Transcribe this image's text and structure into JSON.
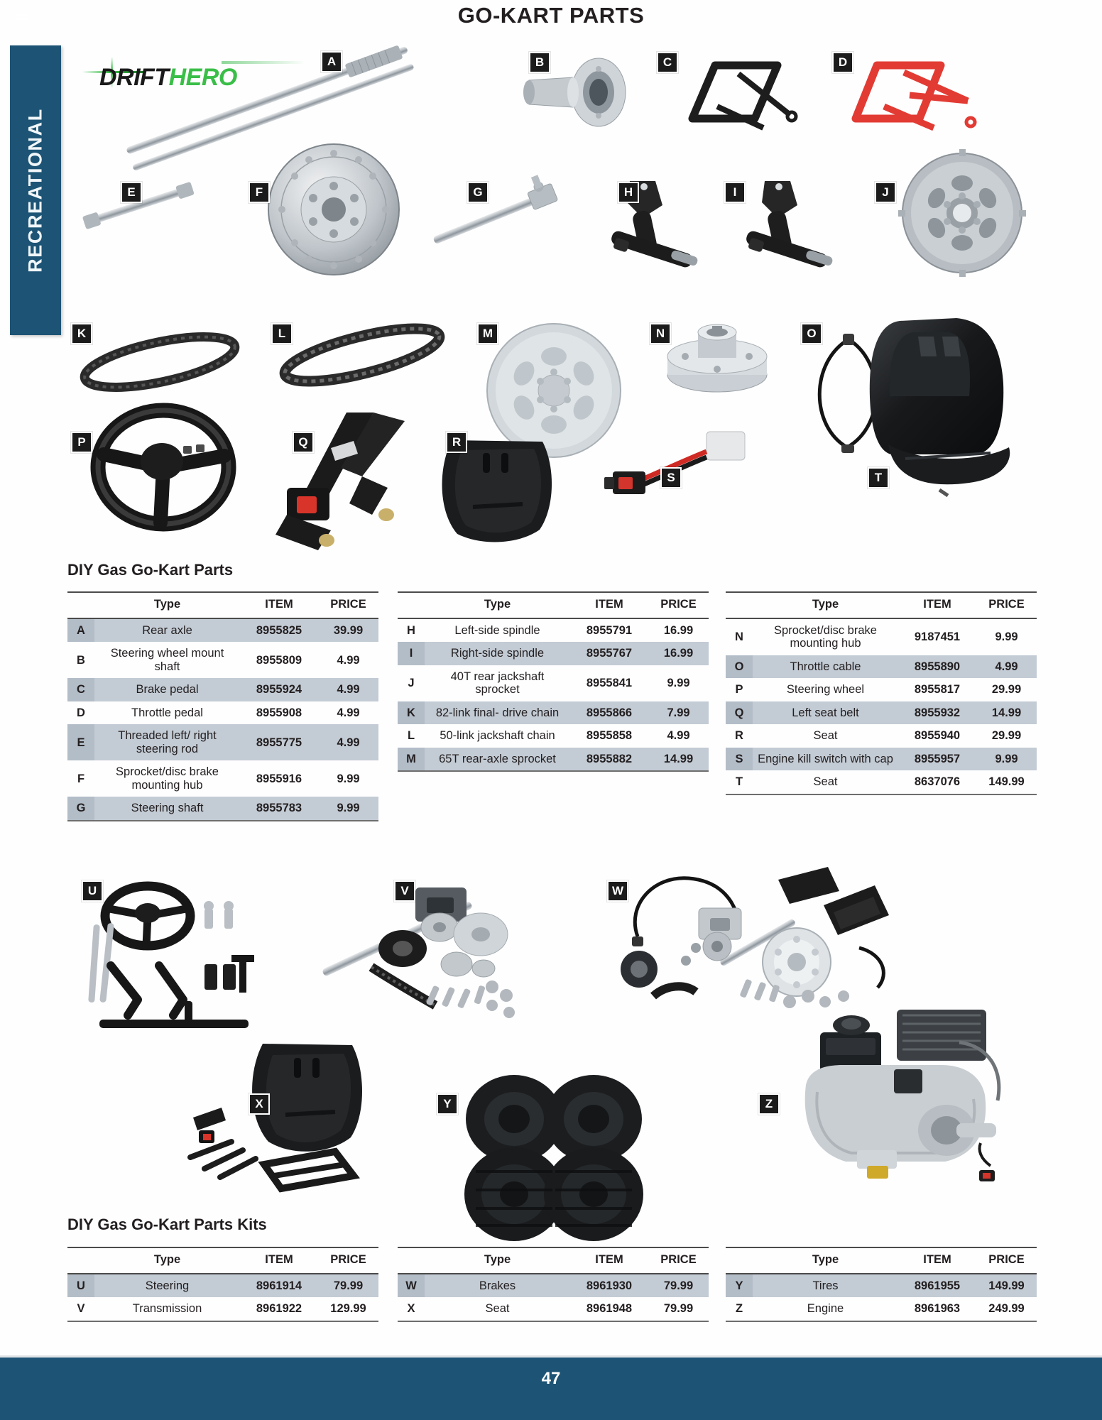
{
  "page": {
    "title": "GO-KART PARTS",
    "number": "47",
    "side_tab_label": "RECREATIONAL",
    "accent_color": "#1d5475",
    "badge_color": "#1b1b1b",
    "row_shade_color": "#c3cbd4"
  },
  "brand": {
    "name_part1": "DRIFT",
    "name_part2": "HERO",
    "color_dark": "#1a1a1a",
    "color_green": "#3abe48"
  },
  "figure_labels": [
    {
      "letter": "A",
      "name": "rear-axle"
    },
    {
      "letter": "B",
      "name": "steering-wheel-mount-shaft"
    },
    {
      "letter": "C",
      "name": "brake-pedal"
    },
    {
      "letter": "D",
      "name": "throttle-pedal"
    },
    {
      "letter": "E",
      "name": "threaded-steering-rod"
    },
    {
      "letter": "F",
      "name": "brake-disc"
    },
    {
      "letter": "G",
      "name": "steering-shaft"
    },
    {
      "letter": "H",
      "name": "left-side-spindle"
    },
    {
      "letter": "I",
      "name": "right-side-spindle"
    },
    {
      "letter": "J",
      "name": "40t-rear-jackshaft-sprocket"
    },
    {
      "letter": "K",
      "name": "82-link-final-drive-chain"
    },
    {
      "letter": "L",
      "name": "50-link-jackshaft-chain"
    },
    {
      "letter": "M",
      "name": "65t-rear-axle-sprocket"
    },
    {
      "letter": "N",
      "name": "sprocket-disc-brake-mounting-hub"
    },
    {
      "letter": "O",
      "name": "throttle-cable"
    },
    {
      "letter": "P",
      "name": "steering-wheel"
    },
    {
      "letter": "Q",
      "name": "left-seat-belt"
    },
    {
      "letter": "R",
      "name": "seat"
    },
    {
      "letter": "S",
      "name": "engine-kill-switch"
    },
    {
      "letter": "T",
      "name": "racing-seat"
    },
    {
      "letter": "U",
      "name": "steering-kit"
    },
    {
      "letter": "V",
      "name": "transmission-kit"
    },
    {
      "letter": "W",
      "name": "brakes-kit"
    },
    {
      "letter": "X",
      "name": "seat-kit"
    },
    {
      "letter": "Y",
      "name": "tires-kit"
    },
    {
      "letter": "Z",
      "name": "engine-kit"
    }
  ],
  "sections": [
    {
      "id": "parts",
      "title": "DIY Gas Go-Kart Parts",
      "tables": [
        {
          "id": "parts-1",
          "headers": {
            "key": "",
            "type": "Type",
            "item": "ITEM",
            "price": "PRICE"
          },
          "rows": [
            {
              "key": "A",
              "type": "Rear axle",
              "item": "8955825",
              "price": "39.99",
              "shaded": true
            },
            {
              "key": "B",
              "type": "Steering wheel mount shaft",
              "item": "8955809",
              "price": "4.99",
              "shaded": false
            },
            {
              "key": "C",
              "type": "Brake pedal",
              "item": "8955924",
              "price": "4.99",
              "shaded": true
            },
            {
              "key": "D",
              "type": "Throttle pedal",
              "item": "8955908",
              "price": "4.99",
              "shaded": false
            },
            {
              "key": "E",
              "type": "Threaded left/ right steering rod",
              "item": "8955775",
              "price": "4.99",
              "shaded": true
            },
            {
              "key": "F",
              "type": "Sprocket/disc brake mounting hub",
              "item": "8955916",
              "price": "9.99",
              "shaded": false
            },
            {
              "key": "G",
              "type": "Steering shaft",
              "item": "8955783",
              "price": "9.99",
              "shaded": true
            }
          ]
        },
        {
          "id": "parts-2",
          "headers": {
            "key": "",
            "type": "Type",
            "item": "ITEM",
            "price": "PRICE"
          },
          "rows": [
            {
              "key": "H",
              "type": "Left-side spindle",
              "item": "8955791",
              "price": "16.99",
              "shaded": false
            },
            {
              "key": "I",
              "type": "Right-side spindle",
              "item": "8955767",
              "price": "16.99",
              "shaded": true
            },
            {
              "key": "J",
              "type": "40T rear jackshaft sprocket",
              "item": "8955841",
              "price": "9.99",
              "shaded": false
            },
            {
              "key": "K",
              "type": "82-link final- drive chain",
              "item": "8955866",
              "price": "7.99",
              "shaded": true
            },
            {
              "key": "L",
              "type": "50-link jackshaft chain",
              "item": "8955858",
              "price": "4.99",
              "shaded": false
            },
            {
              "key": "M",
              "type": "65T rear-axle sprocket",
              "item": "8955882",
              "price": "14.99",
              "shaded": true
            }
          ]
        },
        {
          "id": "parts-3",
          "headers": {
            "key": "",
            "type": "Type",
            "item": "ITEM",
            "price": "PRICE"
          },
          "rows": [
            {
              "key": "N",
              "type": "Sprocket/disc brake mounting hub",
              "item": "9187451",
              "price": "9.99",
              "shaded": false
            },
            {
              "key": "O",
              "type": "Throttle cable",
              "item": "8955890",
              "price": "4.99",
              "shaded": true
            },
            {
              "key": "P",
              "type": "Steering wheel",
              "item": "8955817",
              "price": "29.99",
              "shaded": false
            },
            {
              "key": "Q",
              "type": "Left seat belt",
              "item": "8955932",
              "price": "14.99",
              "shaded": true
            },
            {
              "key": "R",
              "type": "Seat",
              "item": "8955940",
              "price": "29.99",
              "shaded": false
            },
            {
              "key": "S",
              "type": "Engine kill switch with cap",
              "item": "8955957",
              "price": "9.99",
              "shaded": true
            },
            {
              "key": "T",
              "type": "Seat",
              "item": "8637076",
              "price": "149.99",
              "shaded": false
            }
          ]
        }
      ]
    },
    {
      "id": "kits",
      "title": "DIY Gas Go-Kart Parts Kits",
      "tables": [
        {
          "id": "kits-1",
          "headers": {
            "key": "",
            "type": "Type",
            "item": "ITEM",
            "price": "PRICE"
          },
          "rows": [
            {
              "key": "U",
              "type": "Steering",
              "item": "8961914",
              "price": "79.99",
              "shaded": true
            },
            {
              "key": "V",
              "type": "Transmission",
              "item": "8961922",
              "price": "129.99",
              "shaded": false
            }
          ]
        },
        {
          "id": "kits-2",
          "headers": {
            "key": "",
            "type": "Type",
            "item": "ITEM",
            "price": "PRICE"
          },
          "rows": [
            {
              "key": "W",
              "type": "Brakes",
              "item": "8961930",
              "price": "79.99",
              "shaded": true
            },
            {
              "key": "X",
              "type": "Seat",
              "item": "8961948",
              "price": "79.99",
              "shaded": false
            }
          ]
        },
        {
          "id": "kits-3",
          "headers": {
            "key": "",
            "type": "Type",
            "item": "ITEM",
            "price": "PRICE"
          },
          "rows": [
            {
              "key": "Y",
              "type": "Tires",
              "item": "8961955",
              "price": "149.99",
              "shaded": true
            },
            {
              "key": "Z",
              "type": "Engine",
              "item": "8961963",
              "price": "249.99",
              "shaded": false
            }
          ]
        }
      ]
    }
  ]
}
